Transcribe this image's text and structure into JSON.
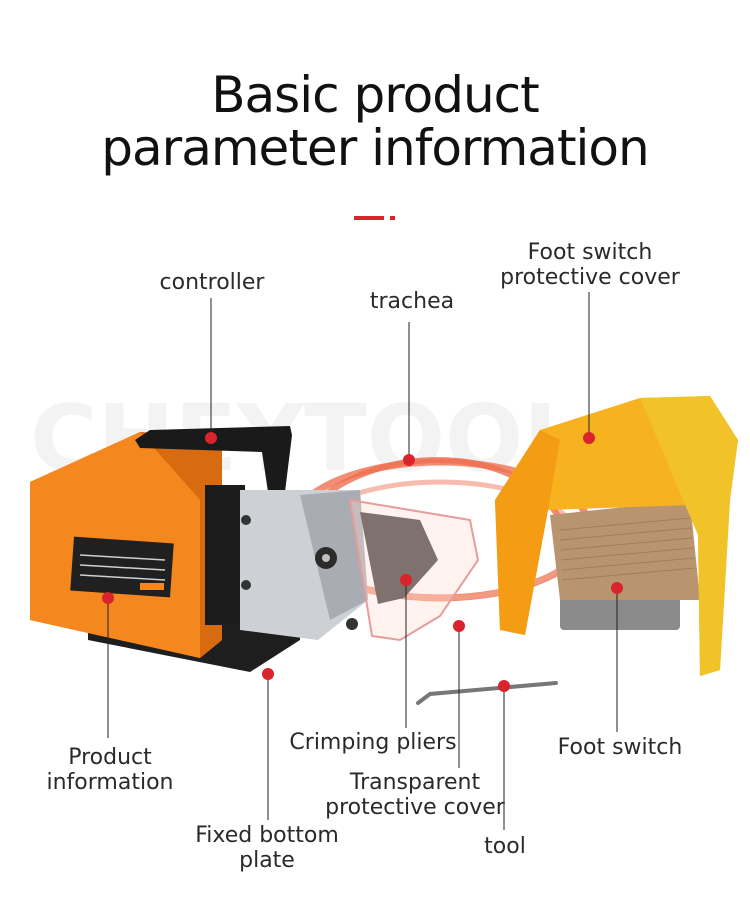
{
  "heading": {
    "line1": "Basic product",
    "line2": "parameter information"
  },
  "watermark": "CHEYTOOL",
  "accent_color": "#d9232d",
  "labels": {
    "controller": "controller",
    "trachea": "trachea",
    "foot_cover_line1": "Foot switch",
    "foot_cover_line2": "protective cover",
    "product_info_line1": "Product",
    "product_info_line2": "information",
    "crimping_pliers": "Crimping pliers",
    "foot_switch": "Foot switch",
    "transparent_line1": "Transparent",
    "transparent_line2": "protective cover",
    "fixed_plate_line1": "Fixed bottom",
    "fixed_plate_line2": "plate",
    "tool": "tool"
  },
  "icons": [
    "machine-image",
    "foot-switch-image",
    "air-hose-image",
    "hex-key-image"
  ]
}
